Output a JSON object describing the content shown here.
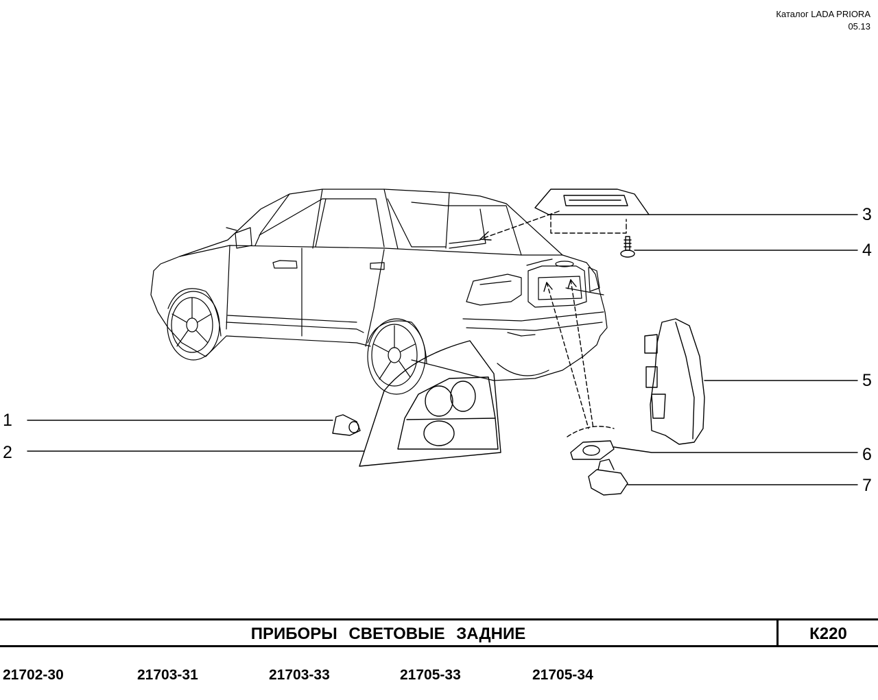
{
  "header": {
    "catalog": "Каталог  LADA  PRIORA",
    "date": "05.13"
  },
  "callouts": [
    "1",
    "2",
    "3",
    "4",
    "5",
    "6",
    "7"
  ],
  "title_bar": {
    "title": "ПРИБОРЫ  СВЕТОВЫЕ  ЗАДНИЕ",
    "page_code": "К220"
  },
  "models": [
    "21702-30",
    "21703-31",
    "21703-33",
    "21705-33",
    "21705-34"
  ]
}
